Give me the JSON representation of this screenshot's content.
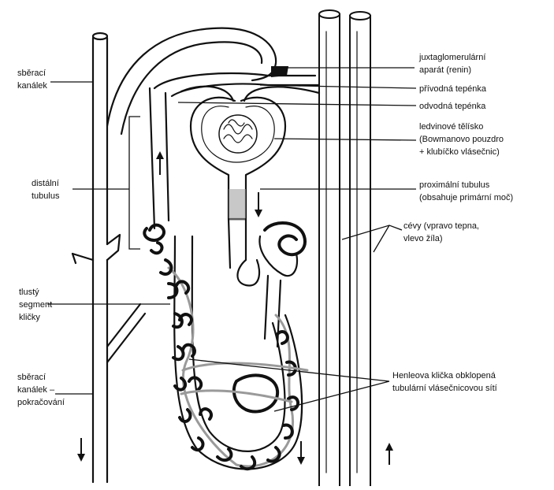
{
  "labels_left": {
    "sberaci_kanalek": [
      "sběrací",
      "kanálek"
    ],
    "distalni_tubulus": [
      "distální",
      "tubulus"
    ],
    "tlusty_segment": [
      "tlustý",
      "segment",
      "kličky"
    ],
    "sberaci_pokracovani": [
      "sběrací",
      "kanálek –",
      "pokračování"
    ]
  },
  "labels_right": {
    "juxta": [
      "juxtaglomerulární",
      "aparát (renin)"
    ],
    "privodna": [
      "přívodná tepénka"
    ],
    "odvodna": [
      "odvodná tepénka"
    ],
    "ledvinove": [
      "ledvinové tělísko",
      "(Bowmanovo pouzdro",
      "+ klubíčko vlásečnic)"
    ],
    "proximalni": [
      "proximální tubulus",
      "(obsahuje primární moč)"
    ],
    "cevy": [
      "cévy (vpravo tepna,",
      "vlevo žíla)"
    ],
    "henle": [
      "Henleova klička obklopená",
      "tubulární vlásečnicovou sítí"
    ]
  },
  "colors": {
    "ink": "#111111",
    "capillary_grey": "#9a9a9a",
    "background": "#ffffff"
  }
}
